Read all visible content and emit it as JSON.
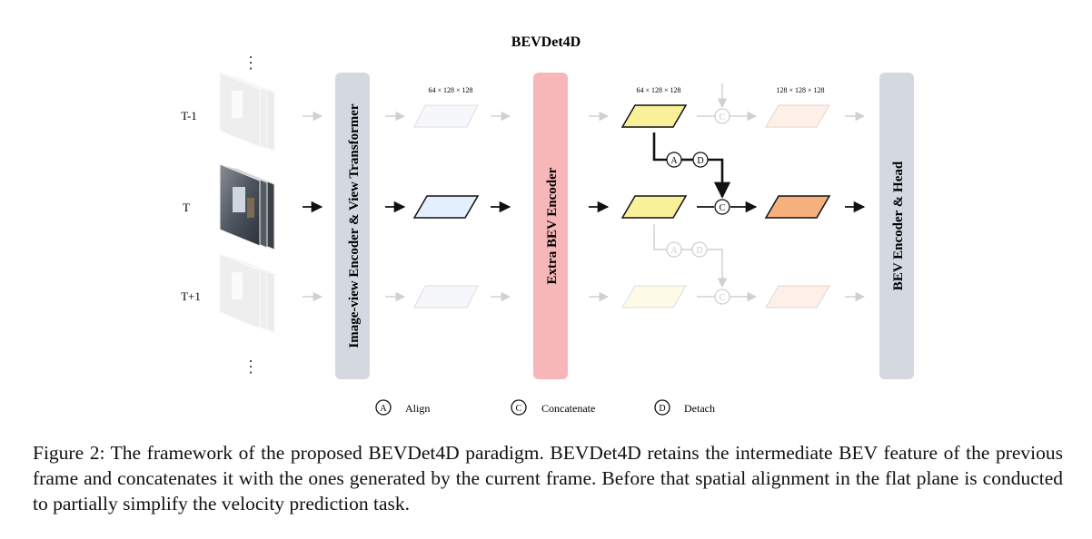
{
  "title": "BEVDet4D",
  "rows": {
    "prev": "T-1",
    "curr": "T",
    "next": "T+1"
  },
  "dims": {
    "first": "64 × 128 × 128",
    "second": "64 × 128 × 128",
    "third": "128 × 128 × 128"
  },
  "blocks": {
    "image_view": "Image-view Encoder & View Transformer",
    "extra_bev": "Extra BEV Encoder",
    "head": "BEV Encoder & Head"
  },
  "symbols": {
    "align": "A",
    "concatenate": "C",
    "detach": "D"
  },
  "legend": {
    "align": {
      "symbol": "A",
      "label": "Align"
    },
    "concatenate": {
      "symbol": "C",
      "label": "Concatenate"
    },
    "detach": {
      "symbol": "D",
      "label": "Detach"
    }
  },
  "ellipsis": "⋮",
  "colors": {
    "gray_block": "#d3d8e1",
    "red_block": "#f7b6b8",
    "bev_blue": "#e4eefc",
    "bev_yellow": "#fbf09a",
    "bev_orange": "#f5b07e",
    "faded": "#c8c8c8"
  },
  "caption": "Figure 2: The framework of the proposed BEVDet4D paradigm. BEVDet4D retains the intermediate BEV feature of the previous frame and concatenates it with the ones generated by the current frame. Before that spatial alignment in the flat plane is conducted to partially simplify the velocity prediction task."
}
